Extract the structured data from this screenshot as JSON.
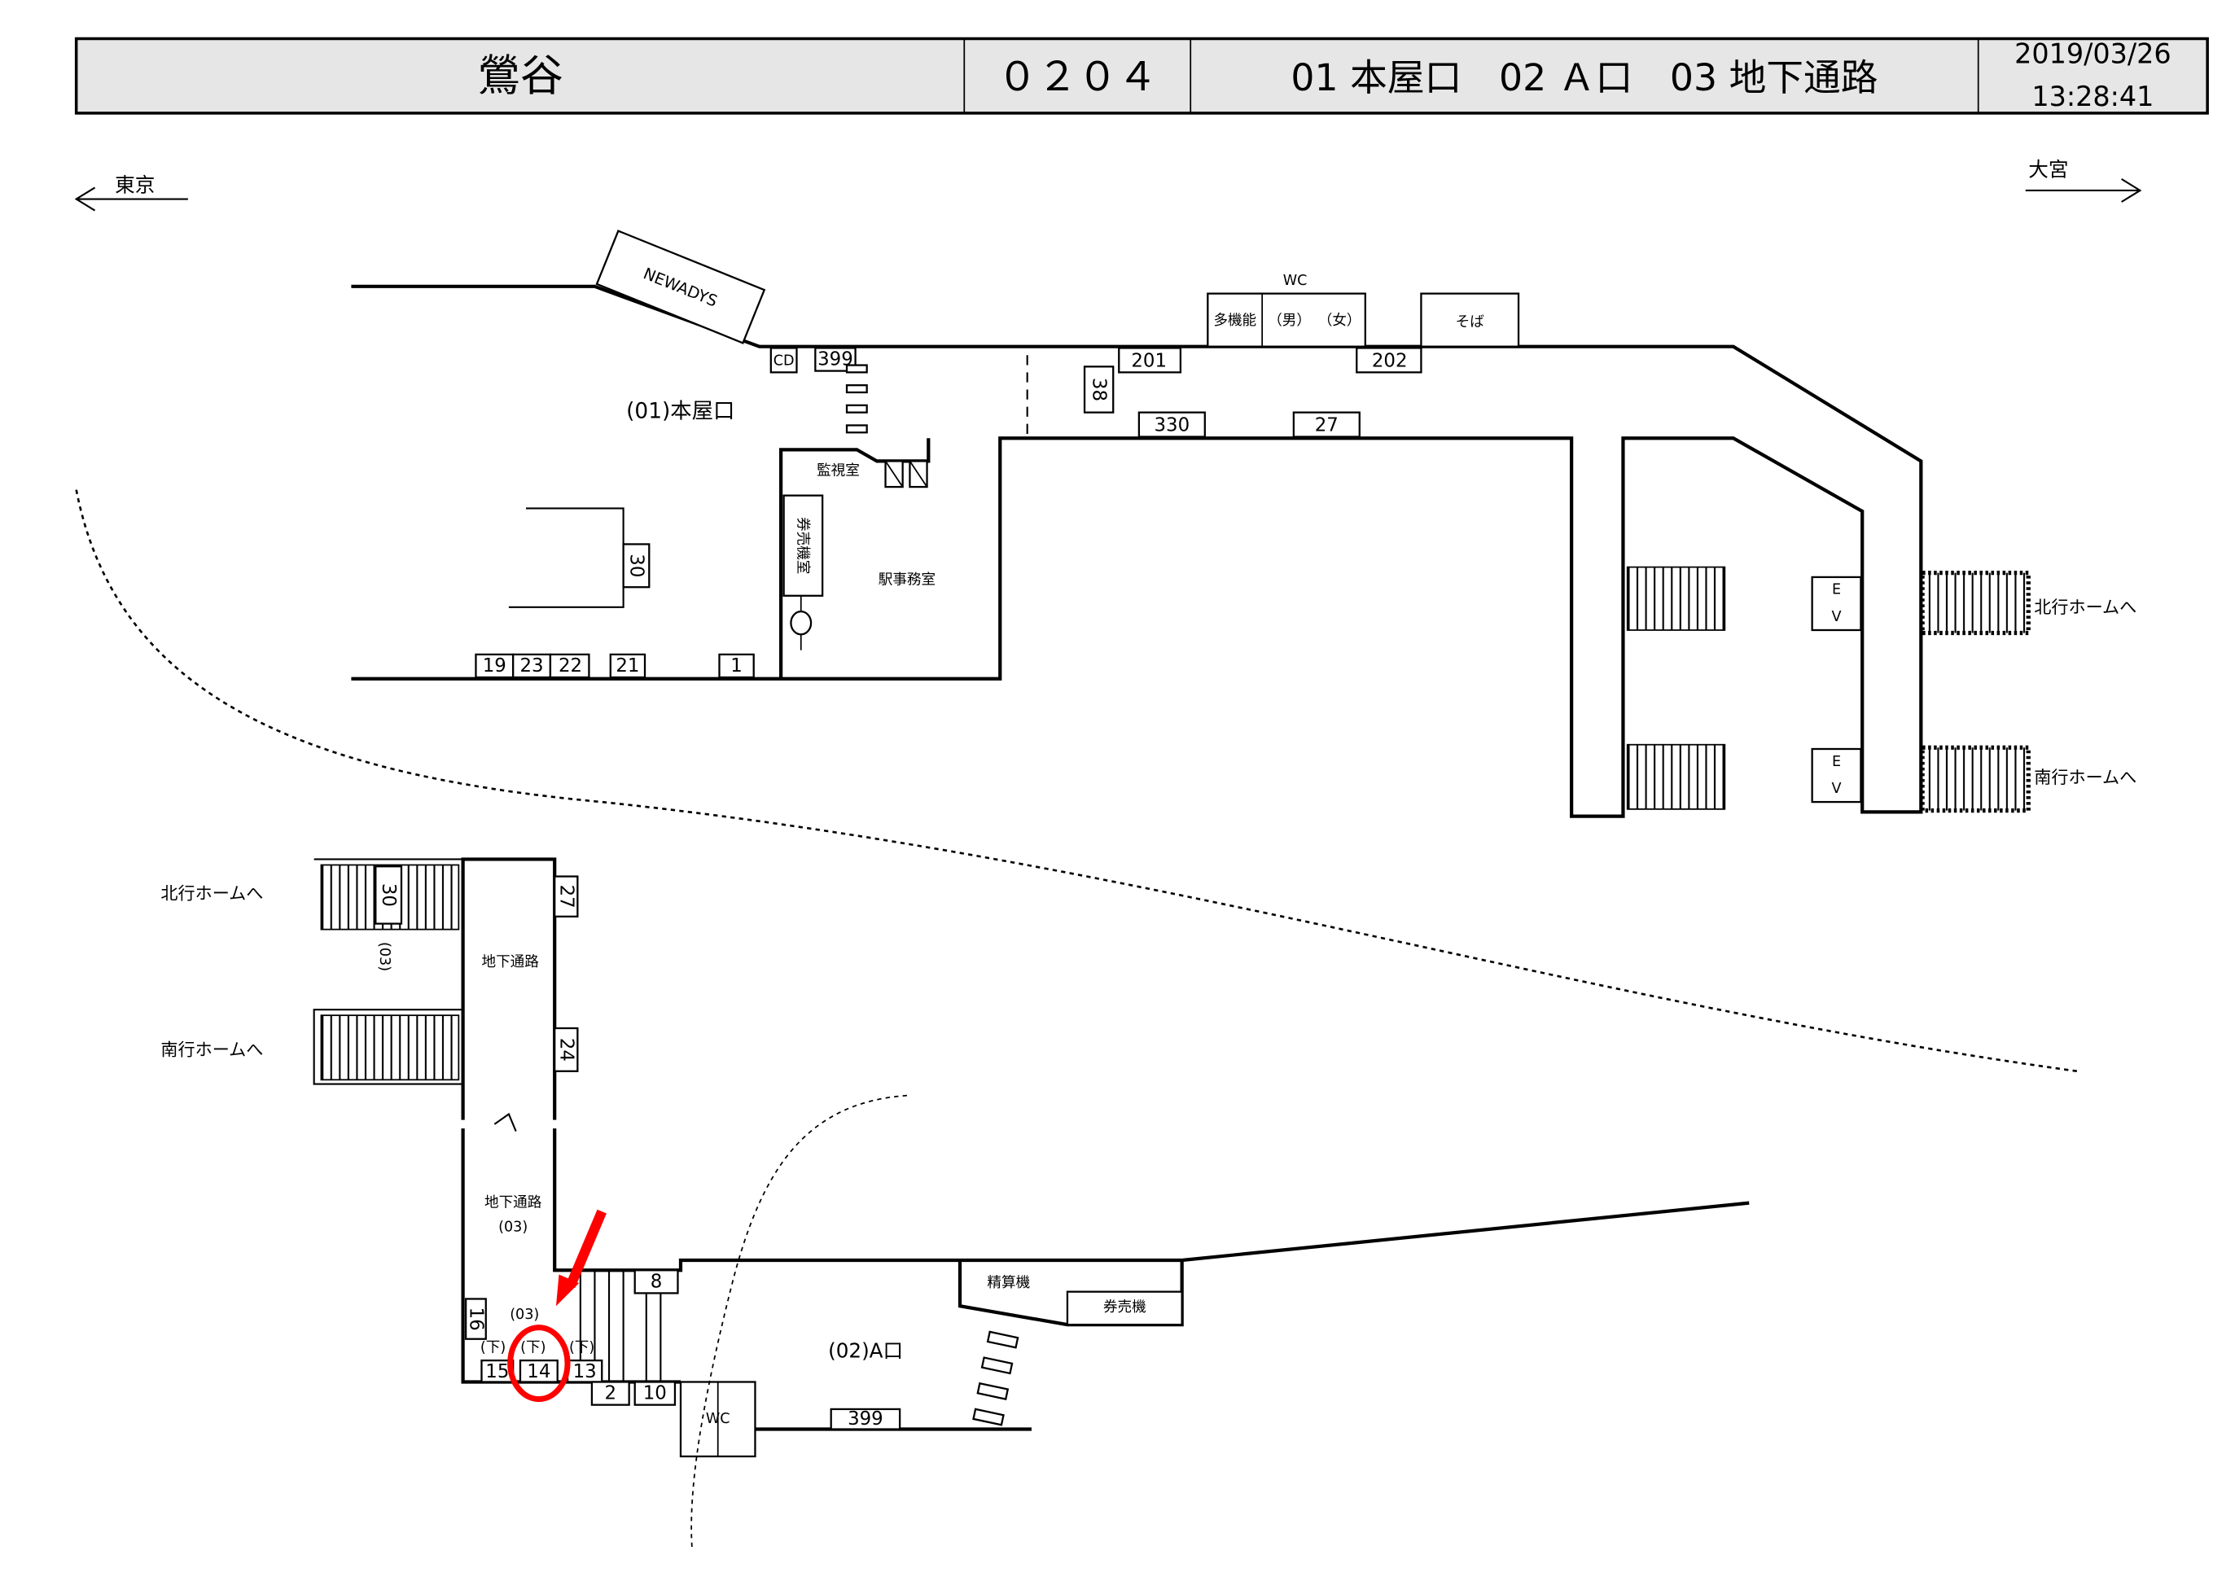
{
  "header": {
    "station_name": "鶯谷",
    "station_code": "０２０４",
    "exits": "01 本屋口　02 Ａ口　03 地下通路",
    "date": "2019/03/26",
    "time": "13:28:41"
  },
  "directions": {
    "left": "東京",
    "right": "大宮"
  },
  "upper": {
    "newadys": "NEWADYS",
    "cd": "CD",
    "exit_label": "(01)本屋口",
    "wc": "WC",
    "multi": "多機能",
    "men": "（男）",
    "women": "（女）",
    "soba": "そば",
    "monitor_room": "監視室",
    "ticket_office": "券売機室",
    "station_office": "駅事務室",
    "ev": [
      "E",
      "V"
    ],
    "north_platform": "北行ホームへ",
    "south_platform": "南行ホームへ",
    "numbers": {
      "n399": "399",
      "n201": "201",
      "n202": "202",
      "n38": "38",
      "n330": "330",
      "n27": "27",
      "n30": "30",
      "n19": "19",
      "n23": "23",
      "n22": "22",
      "n21": "21",
      "n1": "1"
    }
  },
  "lower": {
    "north_platform": "北行ホームへ",
    "south_platform": "南行ホームへ",
    "passage": "地下通路",
    "passage2": "地下通路",
    "code03": "(03)",
    "code03b": "(03)",
    "code03c": "(03)",
    "down": "(下)",
    "exit_label": "(02)A口",
    "fare_adjust": "精算機",
    "ticket_machine": "券売機",
    "wc": "WC",
    "numbers": {
      "n30": "30",
      "n27": "27",
      "n24": "24",
      "n16": "16",
      "n15": "15",
      "n14": "14",
      "n13": "13",
      "n8": "8",
      "n2": "2",
      "n10": "10",
      "n399": "399"
    }
  },
  "colors": {
    "highlight": "#ff0000",
    "header_bg": "#e6e6e6"
  }
}
